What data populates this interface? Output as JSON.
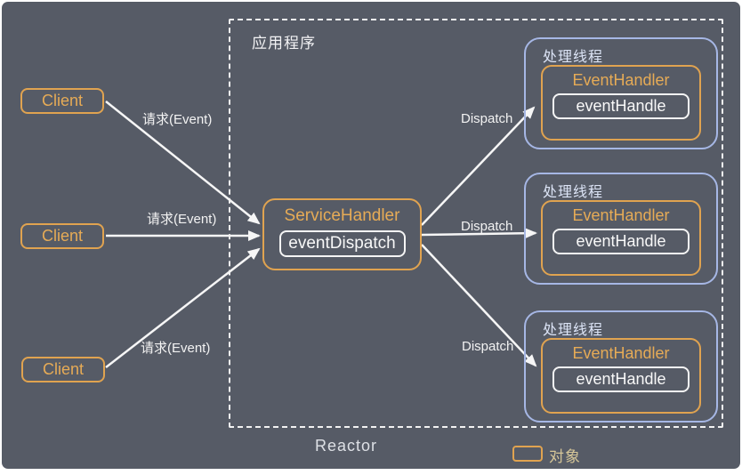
{
  "colors": {
    "background": "#565B66",
    "frame": "#FFFFFF",
    "object_orange": "#E0A350",
    "thread_blue": "#A6B7E5",
    "arrow_white": "#F6F6F6"
  },
  "application": {
    "label": "应用程序",
    "footer_label": "Reactor"
  },
  "clients": [
    {
      "label": "Client"
    },
    {
      "label": "Client"
    },
    {
      "label": "Client"
    }
  ],
  "request_arrows": [
    {
      "label": "请求(Event)"
    },
    {
      "label": "请求(Event)"
    },
    {
      "label": "请求(Event)"
    }
  ],
  "dispatch_arrows": [
    {
      "label": "Dispatch"
    },
    {
      "label": "Dispatch"
    },
    {
      "label": "Dispatch"
    }
  ],
  "service_handler": {
    "title": "ServiceHandler",
    "method": "eventDispatch"
  },
  "threads": [
    {
      "label": "处理线程",
      "handler": "EventHandler",
      "method": "eventHandle"
    },
    {
      "label": "处理线程",
      "handler": "EventHandler",
      "method": "eventHandle"
    },
    {
      "label": "处理线程",
      "handler": "EventHandler",
      "method": "eventHandle"
    }
  ],
  "legend": {
    "label": "对象"
  }
}
